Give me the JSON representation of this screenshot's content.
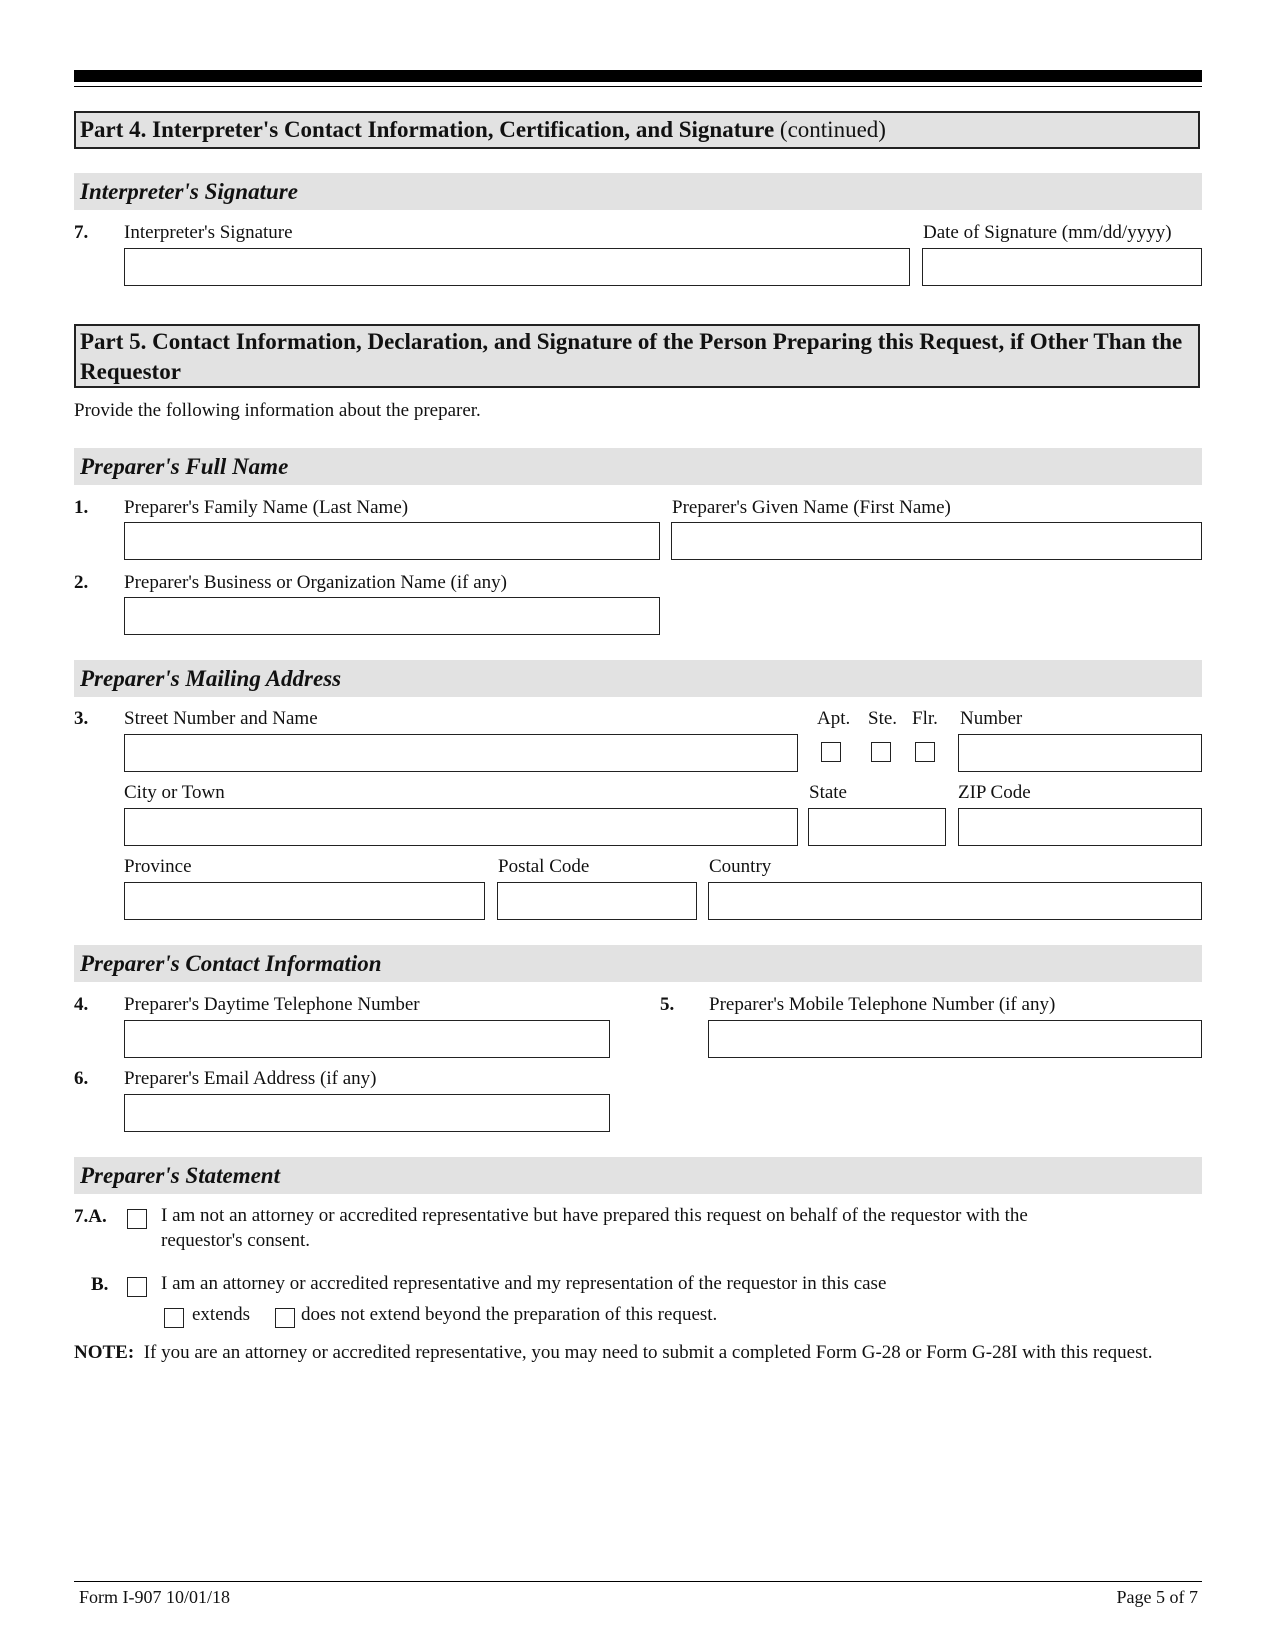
{
  "part4": {
    "title": "Part 4.  Interpreter's Contact Information, Certification, and Signature",
    "continued": "(continued)"
  },
  "interpreter_signature": {
    "section_title": "Interpreter's Signature",
    "item_number": "7.",
    "signature_label": "Interpreter's Signature",
    "date_label": "Date of Signature (mm/dd/yyyy)"
  },
  "part5": {
    "title": "Part 5.  Contact Information, Declaration, and Signature of the Person Preparing this Request, if Other Than the Requestor",
    "intro": "Provide the following information about the preparer."
  },
  "full_name": {
    "section_title": "Preparer's Full Name",
    "item1_number": "1.",
    "family_name_label": "Preparer's Family Name (Last Name)",
    "given_name_label": "Preparer's Given Name (First Name)",
    "item2_number": "2.",
    "business_label": "Preparer's Business or Organization Name (if any)"
  },
  "mailing_address": {
    "section_title": "Preparer's Mailing Address",
    "item_number": "3.",
    "street_label": "Street Number and Name",
    "apt_label": "Apt.",
    "ste_label": "Ste.",
    "flr_label": "Flr.",
    "number_label": "Number",
    "city_label": "City or Town",
    "state_label": "State",
    "zip_label": "ZIP Code",
    "province_label": "Province",
    "postal_label": "Postal Code",
    "country_label": "Country"
  },
  "contact_info": {
    "section_title": "Preparer's Contact Information",
    "item4_number": "4.",
    "daytime_label": "Preparer's Daytime Telephone Number",
    "item5_number": "5.",
    "mobile_label": "Preparer's Mobile Telephone Number (if any)",
    "item6_number": "6.",
    "email_label": "Preparer's Email Address (if any)"
  },
  "statement": {
    "section_title": "Preparer's Statement",
    "item7a_number": "7.A.",
    "item7a_text": "I am not an attorney or accredited representative but have prepared this request on behalf of the requestor with the requestor's consent.",
    "item7b_number": "B.",
    "item7b_text": "I am an attorney or accredited representative and my representation of the requestor in this case",
    "extends_label": "extends",
    "not_extend_label": "does not extend beyond the preparation of this request.",
    "note_label": "NOTE:",
    "note_text": "If you are an attorney or accredited representative, you may need to submit a completed Form G-28 or Form G-28I with this request."
  },
  "footer": {
    "form_id": "Form I-907  10/01/18",
    "page": "Page 5 of 7"
  }
}
